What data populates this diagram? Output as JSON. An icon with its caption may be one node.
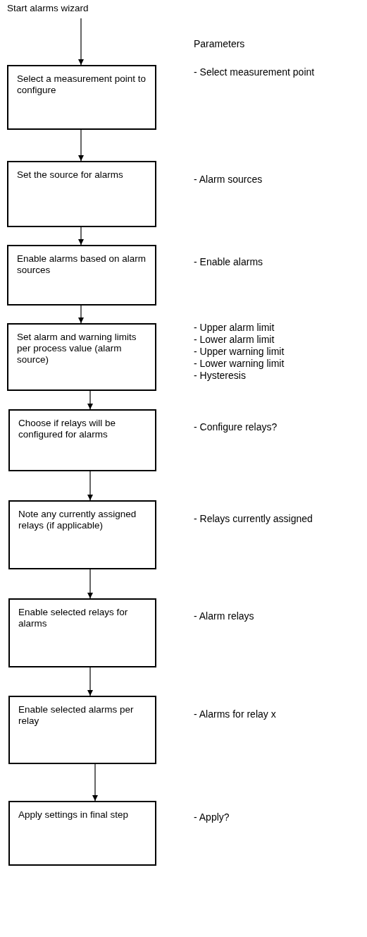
{
  "diagram": {
    "nodes": [
      {
        "text": [
          "Start alarms wizard"
        ]
      },
      {
        "text": [
          "Select a measurement point to configure"
        ],
        "beside": [
          "- Select measurement point"
        ]
      },
      {
        "text": [
          "Set the source for alarms"
        ],
        "beside": [
          "- Alarm sources"
        ]
      },
      {
        "text": [
          "Enable alarms based on alarm sources"
        ],
        "beside": [
          "- Enable alarms"
        ]
      },
      {
        "text": [
          "Set alarm and warning limits per process value (alarm source)"
        ],
        "beside": [
          "- Upper alarm limit",
          "- Lower alarm limit",
          "- Upper warning limit",
          "- Lower warning limit",
          "- Hysteresis"
        ]
      },
      {
        "text": [
          "Choose if relays will be configured for alarms"
        ],
        "beside": [
          "- Configure relays?"
        ]
      },
      {
        "text": [
          "Note any currently assigned relays (if applicable)"
        ],
        "beside": [
          "- Relays currently assigned"
        ]
      },
      {
        "text": [
          "Enable selected relays for alarms"
        ],
        "beside": [
          "- Alarm relays"
        ]
      },
      {
        "text": [
          "Enable selected alarms per relay"
        ],
        "beside": [
          "- Alarms for relay x"
        ]
      },
      {
        "text": [
          "Apply settings in final step"
        ],
        "beside": [
          "- Apply?"
        ]
      }
    ],
    "edges": [
      {
        "from": 0,
        "to": 1,
        "arrow": "to"
      },
      {
        "from": 1,
        "to": 2,
        "arrow": "to"
      },
      {
        "from": 2,
        "to": 3,
        "arrow": "to"
      },
      {
        "from": 3,
        "to": 4,
        "arrow": "to"
      },
      {
        "from": 4,
        "to": 5,
        "arrow": "to"
      },
      {
        "from": 5,
        "to": 6,
        "arrow": "to"
      },
      {
        "from": 6,
        "to": 7,
        "arrow": "to"
      },
      {
        "from": 7,
        "to": 8,
        "arrow": "to"
      },
      {
        "from": 8,
        "to": 9,
        "arrow": "to"
      }
    ],
    "labels": [
      "Parameters"
    ]
  }
}
